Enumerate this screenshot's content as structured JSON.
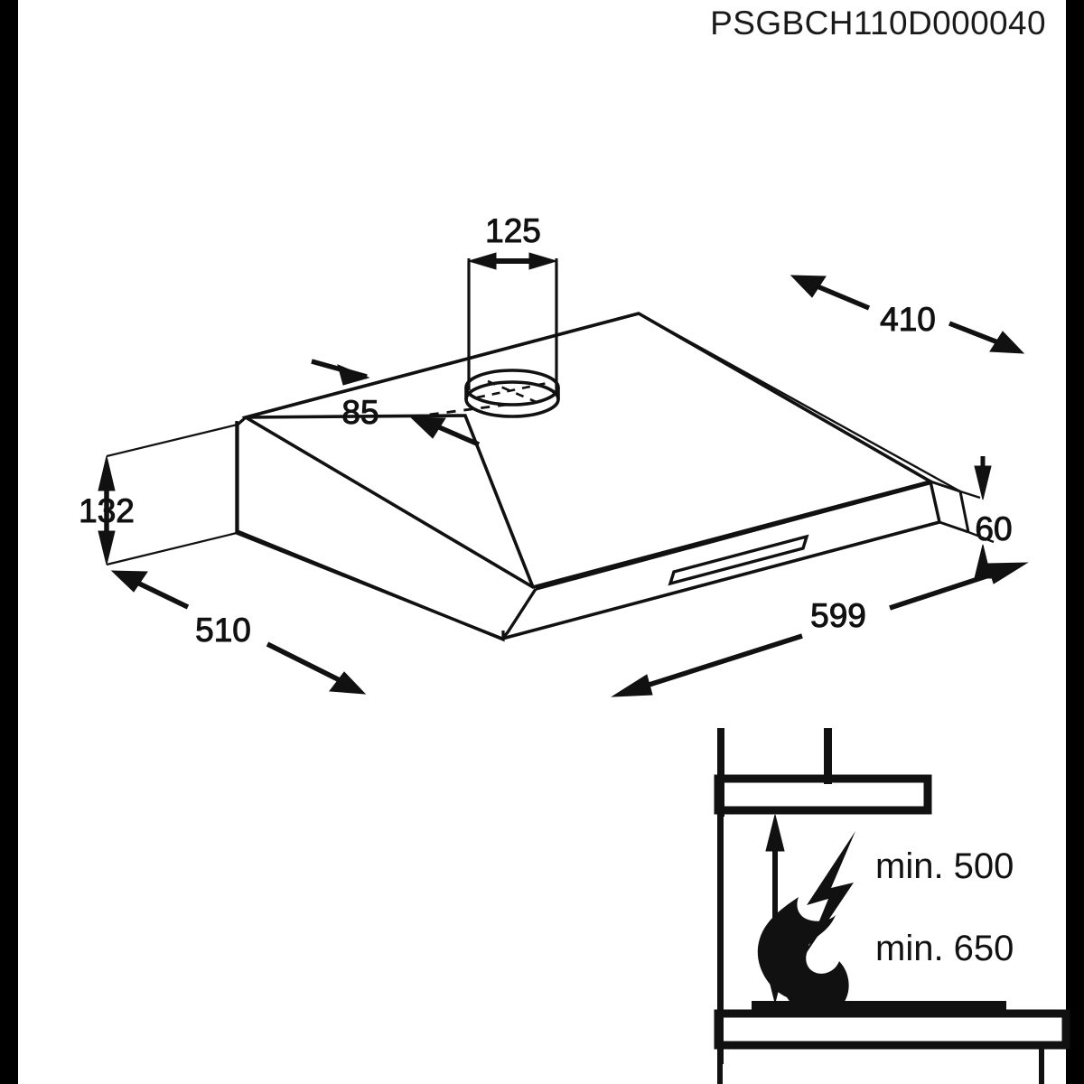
{
  "document": {
    "code": "PSGBCH110D000040",
    "type": "technical-dimension-drawing",
    "subject": "cooker-hood"
  },
  "colors": {
    "line": "#111111",
    "background": "#ffffff",
    "border": "#000000"
  },
  "hood_dimensions": {
    "duct_diameter": "125",
    "duct_offset_from_rear": "85",
    "depth": "410",
    "body_height": "132",
    "overall_depth": "510",
    "front_height": "60",
    "width": "599"
  },
  "dimension_labels": [
    {
      "id": "duct-diameter",
      "value": "125"
    },
    {
      "id": "duct-offset",
      "value": "85"
    },
    {
      "id": "depth-top",
      "value": "410"
    },
    {
      "id": "height-body",
      "value": "132"
    },
    {
      "id": "depth-total",
      "value": "510"
    },
    {
      "id": "height-front",
      "value": "60"
    },
    {
      "id": "width-total",
      "value": "599"
    }
  ],
  "installation": {
    "electric": {
      "icon": "lightning-bolt-icon",
      "label": "min. 500"
    },
    "gas": {
      "icon": "flame-icon",
      "label": "min. 650"
    }
  }
}
